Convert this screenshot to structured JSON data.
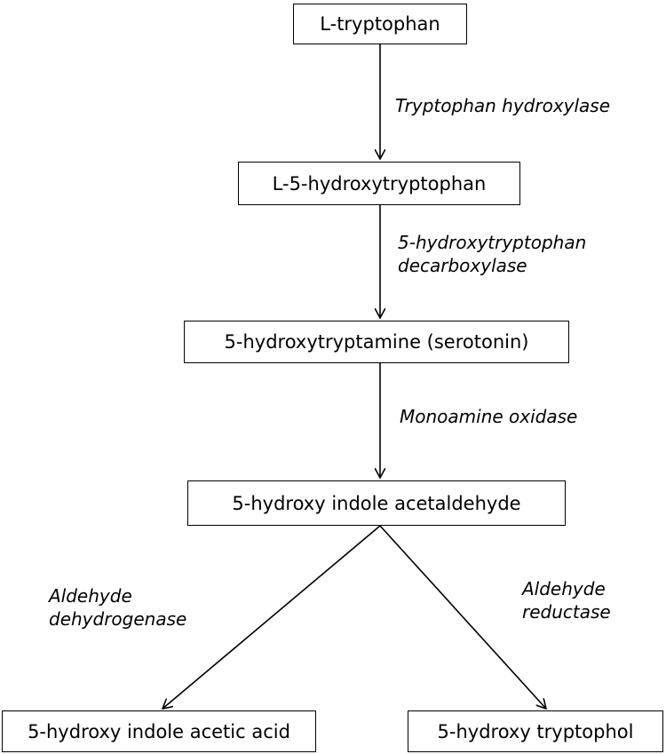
{
  "nodes": {
    "tryptophan": "L-tryptophan",
    "hydroxytryptophan": "L-5-hydroxytryptophan",
    "serotonin": "5-hydroxytryptamine (serotonin)",
    "acetaldehyde": "5-hydroxy indole acetaldehyde",
    "acetic_acid": "5-hydroxy indole acetic acid",
    "tryptophol": "5-hydroxy tryptophol"
  },
  "enzymes": {
    "tryptophan_hydroxylase": [
      "Tryptophan hydroxylase"
    ],
    "decarboxylase": [
      "5-hydroxytryptophan",
      "decarboxylase"
    ],
    "monoamine_oxidase": [
      "Monoamine oxidase"
    ],
    "aldehyde_dehydrogenase": [
      "Aldehyde",
      "dehydrogenase"
    ],
    "aldehyde_reductase": [
      "Aldehyde",
      "reductase"
    ]
  },
  "colors": {
    "stroke": "#000000",
    "background": "#ffffff"
  }
}
